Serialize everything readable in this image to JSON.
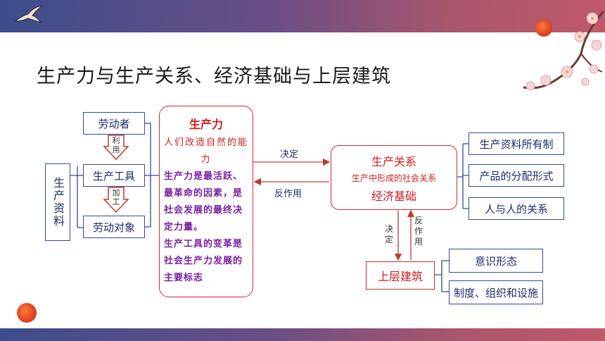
{
  "title": "生产力与生产关系、经济基础与上层建筑",
  "left": {
    "means_of_production": "生产资料",
    "worker": "劳动者",
    "tool": "生产工具",
    "object": "劳动对象",
    "use_label": "利用",
    "process_label": "加工"
  },
  "productive_forces": {
    "heading": "生产力",
    "definition": "人们改造自然的能力",
    "statement1": "生产力是最活跃、最革命的因素，是社会发展的最终决定力量。",
    "statement2": "生产工具的变革是社会生产力发展的主要标志"
  },
  "arrows": {
    "decide": "决定",
    "react": "反作用",
    "decide_v": "决定",
    "react_v": "反作用"
  },
  "relations": {
    "heading": "生产关系",
    "subtitle": "生产中形成的社会关系",
    "base": "经济基础"
  },
  "right": {
    "ownership": "生产资料所有制",
    "distribution": "产品的分配形式",
    "human_relations": "人与人的关系"
  },
  "superstructure": {
    "heading": "上层建筑",
    "ideology": "意识形态",
    "institutions": "制度、组织和设施"
  }
}
